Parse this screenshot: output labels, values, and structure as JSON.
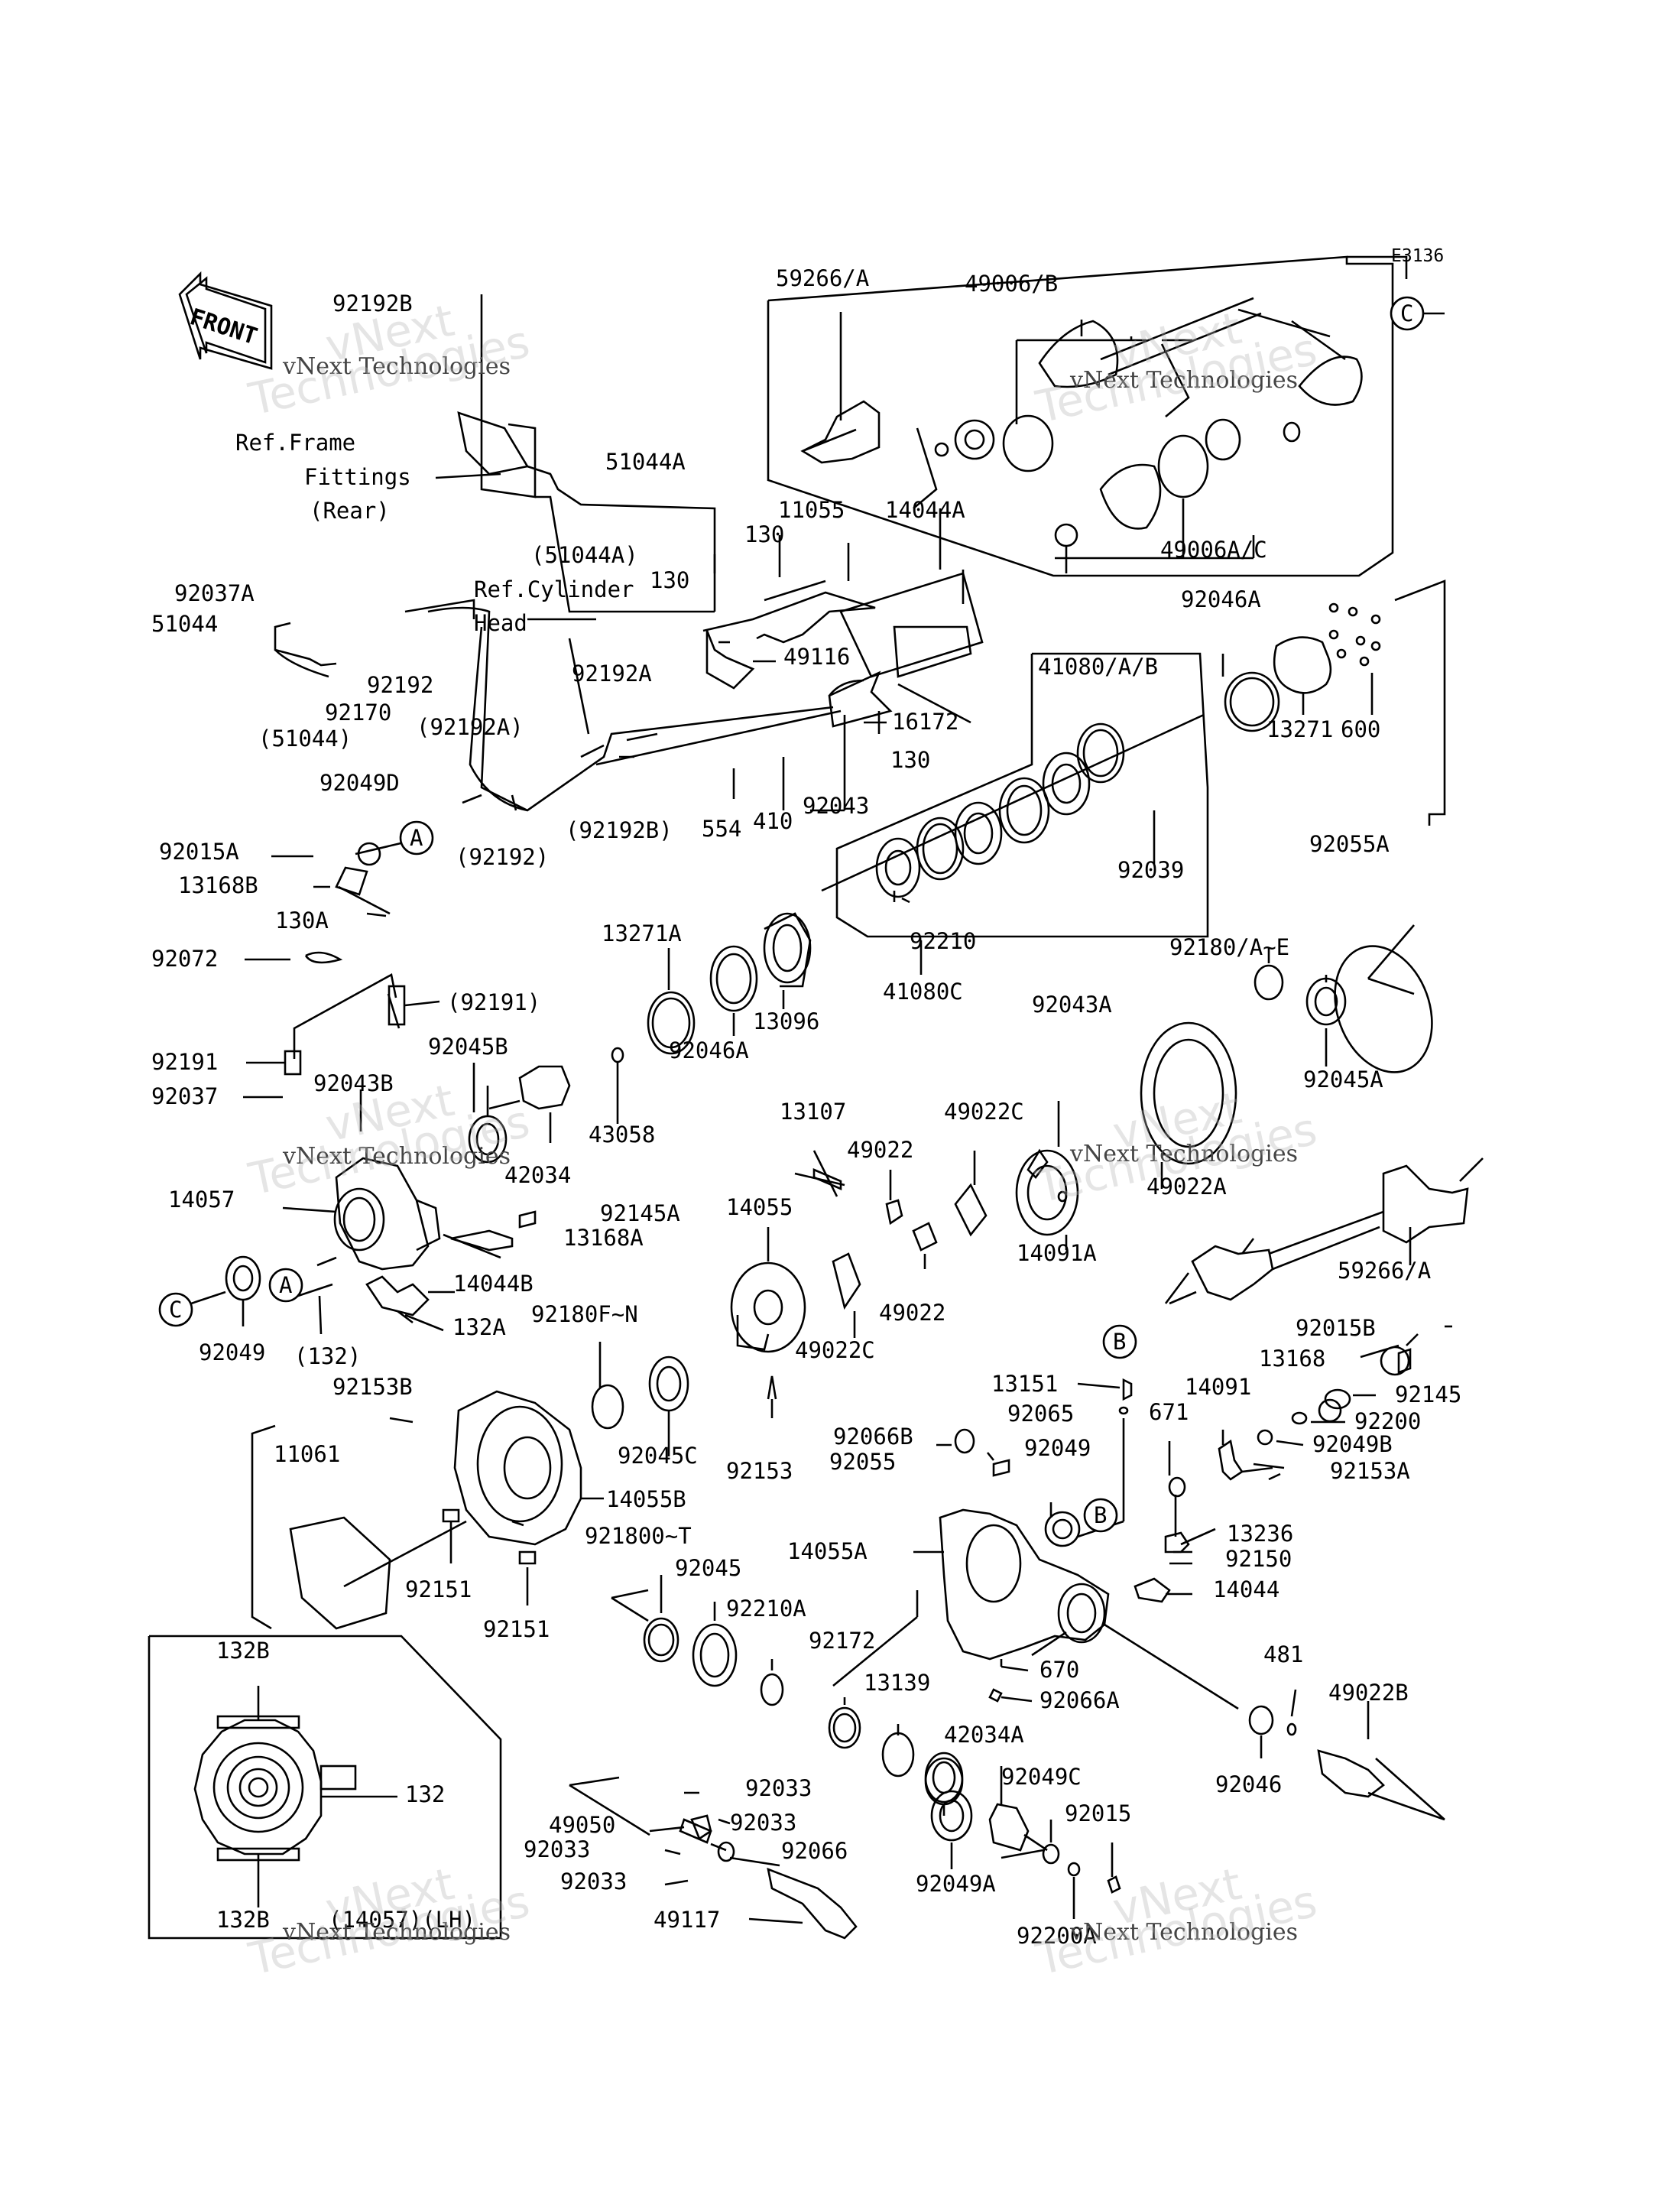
{
  "diagram_code": "E3136",
  "front_label": "FRONT",
  "watermark": {
    "primary": "vNext Technologies",
    "line1": "vNext",
    "line2": "Technologies"
  },
  "ref_notes": {
    "frame_l1": "Ref.Frame",
    "frame_l2": "Fittings",
    "frame_l3": "(Rear)",
    "cyl_l1": "Ref.Cylinder",
    "cyl_l2": "Head"
  },
  "callouts": {
    "a": "A",
    "b": "B",
    "c": "C"
  },
  "parts": {
    "p59266A_top": "59266/A",
    "p49006B": "49006/B",
    "p49006AC": "49006A/C",
    "p92192B": "92192B",
    "p51044A": "51044A",
    "p51044A_ref": "(51044A)",
    "p11055": "11055",
    "p14044A": "14044A",
    "p130_a": "130",
    "p130_b": "130",
    "p130_c": "130",
    "p92037A": "92037A",
    "p51044": "51044",
    "p49116": "49116",
    "p92046A_top": "92046A",
    "p600": "600",
    "p13271": "13271",
    "p92192": "92192",
    "p92192A": "92192A",
    "p92192A_ref": "(92192A)",
    "p92170": "92170",
    "p51044_ref": "(51044)",
    "p16172": "16172",
    "p41080AB": "41080/A/B",
    "p92049D": "92049D",
    "p92043_top": "92043",
    "p554": "554",
    "p410": "410",
    "p92192B_ref": "(92192B)",
    "p92192_ref": "(92192)",
    "p92015A": "92015A",
    "p13168B": "13168B",
    "p130A": "130A",
    "p92039": "92039",
    "p92055A": "92055A",
    "p13271A": "13271A",
    "p92210": "92210",
    "p92072": "92072",
    "p92180AE": "92180/A~E",
    "p92191_ref": "(92191)",
    "p41080C": "41080C",
    "p92191": "92191",
    "p92043A": "92043A",
    "p92045B": "92045B",
    "p13096": "13096",
    "p92037": "92037",
    "p92043B": "92043B",
    "p92046A_mid": "92046A",
    "p92045A": "92045A",
    "p43058": "43058",
    "p13107": "13107",
    "p49022C_top": "49022C",
    "p42034": "42034",
    "p49022_a": "49022",
    "p49022A": "49022A",
    "p14057": "14057",
    "p92145A": "92145A",
    "p14055": "14055",
    "p13168A": "13168A",
    "p14091A": "14091A",
    "p59266A_mid": "59266/A",
    "p14044B": "14044B",
    "p49022_b": "49022",
    "p92049": "92049",
    "p132_ref": "(132)",
    "p132A": "132A",
    "p92180FN": "92180F~N",
    "p49022C_mid": "49022C",
    "p92015B": "92015B",
    "p13168": "13168",
    "p92153B": "92153B",
    "p92145": "92145",
    "p13151": "13151",
    "p14091": "14091",
    "p92065": "92065",
    "p671": "671",
    "p92200": "92200",
    "p11061": "11061",
    "p92153": "92153",
    "p92066B": "92066B",
    "p92049B": "92049B",
    "p92045C": "92045C",
    "p92055": "92055",
    "p92049_mid": "92049",
    "p92153A": "92153A",
    "p14055B": "14055B",
    "p921800T": "921800~T",
    "p13236": "13236",
    "p14055A": "14055A",
    "p92150": "92150",
    "p92045": "92045",
    "p14044": "14044",
    "p92151_a": "92151",
    "p92151_b": "92151",
    "p92210A": "92210A",
    "p92172": "92172",
    "p670": "670",
    "p132B_top": "132B",
    "p481": "481",
    "p49022B": "49022B",
    "p13139": "13139",
    "p92066A": "92066A",
    "p42034A": "42034A",
    "p132": "132",
    "p92046": "92046",
    "p92033_a": "92033",
    "p92049C": "92049C",
    "p49050": "49050",
    "p92033_b": "92033",
    "p92015": "92015",
    "p92033_c": "92033",
    "p92066": "92066",
    "p92033_d": "92033",
    "p92049A": "92049A",
    "p132B_bot": "132B",
    "p14057LH": "(14057)(LH)",
    "p49117": "49117",
    "p92200A": "92200A"
  }
}
